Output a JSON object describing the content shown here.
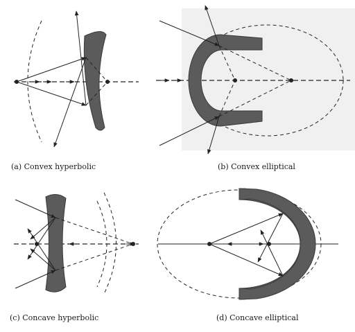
{
  "panels": [
    {
      "id": "a",
      "caption": "(a)  Convex hyperbolic"
    },
    {
      "id": "b",
      "caption": "(b)  Convex elliptical"
    },
    {
      "id": "c",
      "caption": "(c)  Concave hyperbolic"
    },
    {
      "id": "d",
      "caption": "(d)  Concave elliptical"
    }
  ]
}
